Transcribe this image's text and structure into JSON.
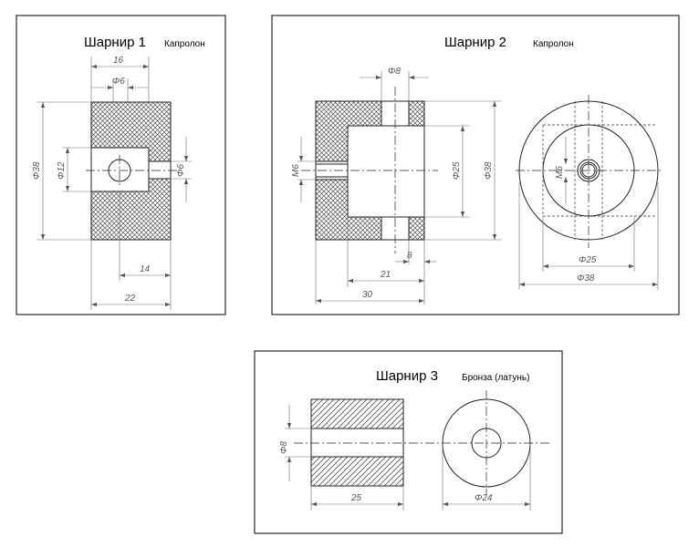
{
  "panels": {
    "hinge1": {
      "title": "Шарнир 1",
      "material": "Капролон",
      "dims": {
        "d16": "16",
        "d6top": "Φ6",
        "d38": "Φ38",
        "d12": "Φ12",
        "d6side": "Φ6",
        "d14": "14",
        "d22": "22"
      }
    },
    "hinge2": {
      "title": "Шарнир 2",
      "material": "Капролон",
      "dims": {
        "d8top": "Φ8",
        "m6": "M6",
        "d25": "Φ25",
        "d38": "Φ38",
        "d8b": "8",
        "d21": "21",
        "d30": "30",
        "m6c": "M6",
        "d25c": "Φ25",
        "d38c": "Φ38"
      }
    },
    "hinge3": {
      "title": "Шарнир 3",
      "material": "Бронза (латунь)",
      "dims": {
        "d8": "Φ8",
        "d25": "25",
        "d24": "Φ24"
      }
    }
  },
  "colors": {
    "line": "#222222",
    "dimension": "#555555",
    "background": "#ffffff"
  }
}
